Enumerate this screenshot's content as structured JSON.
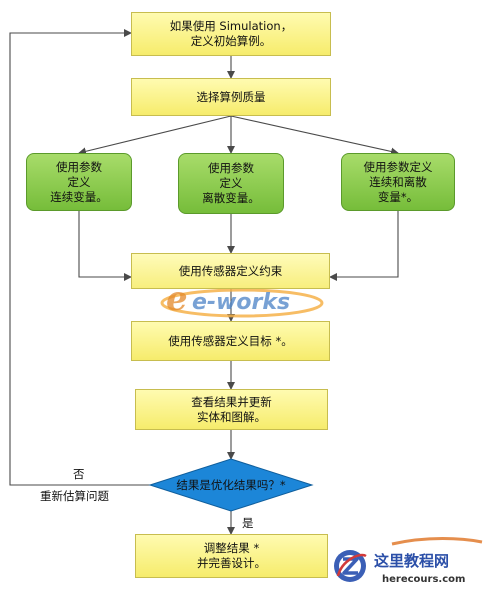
{
  "nodes": {
    "n1": {
      "line1": "如果使用 Simulation，",
      "line2": "定义初始算例。"
    },
    "n2": {
      "line1": "选择算例质量"
    },
    "g1": {
      "line1": "使用参数",
      "line2": "定义",
      "line3": "连续变量。"
    },
    "g2": {
      "line1": "使用参数",
      "line2": "定义",
      "line3": "离散变量。"
    },
    "g3": {
      "line1": "使用参数定义",
      "line2": "连续和离散",
      "line3": "变量*。"
    },
    "n3": {
      "line1": "使用传感器定义约束"
    },
    "n4": {
      "line1": "使用传感器定义目标 *。"
    },
    "n5": {
      "line1": "查看结果并更新",
      "line2": "实体和图解。"
    },
    "d1": {
      "line1": "结果是优化结果吗？*"
    },
    "n6": {
      "line1": "调整结果 *",
      "line2": "并完善设计。"
    }
  },
  "edge_labels": {
    "no": "否",
    "re_estimate": "重新估算问题",
    "yes": "是"
  },
  "watermarks": {
    "eworks": "e-works",
    "site_cn": "这里教程网",
    "site_url": "herecours.com"
  },
  "colors": {
    "process_fill": "#f9f08a",
    "branch_fill": "#8ccc4c",
    "decision_fill": "#1c86d8",
    "arrow": "#4a4a4a"
  }
}
